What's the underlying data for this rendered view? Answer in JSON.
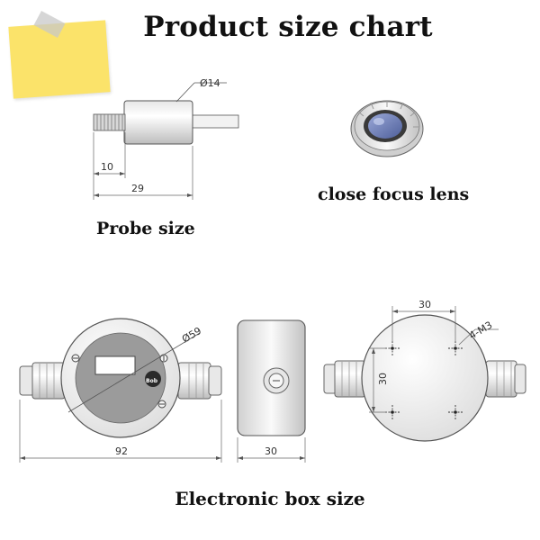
{
  "title": "Product size chart",
  "captions": {
    "probe": "Probe size",
    "lens": "close focus lens",
    "box": "Electronic box size"
  },
  "probe_dims": {
    "diameter": "Ø14",
    "thread_length": "10",
    "total_length": "29"
  },
  "box_dims": {
    "diameter": "Ø59",
    "width": "92",
    "depth": "30",
    "hole_spacing_x": "30",
    "hole_spacing_y": "30",
    "holes": "4-M3"
  },
  "logo_text": "Bob"
}
